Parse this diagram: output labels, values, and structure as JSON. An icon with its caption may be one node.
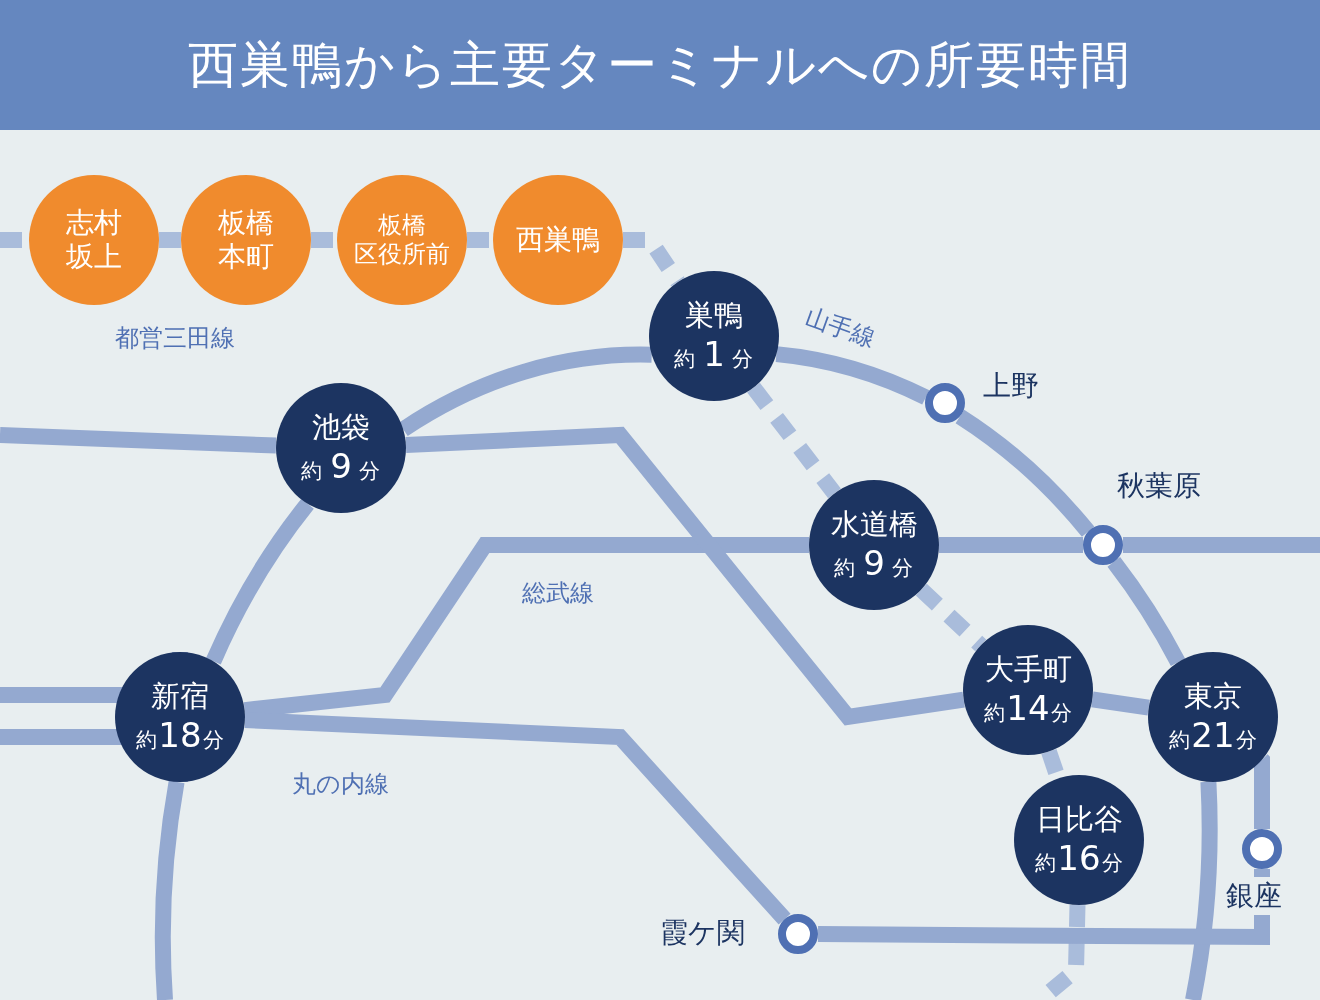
{
  "diagram": {
    "title": "西巣鴨から主要ターミナルへの所要時間",
    "nodes": [
      {
        "text": [
          "志村坂上"
        ]
      },
      {
        "text": [
          "板橋本町"
        ]
      },
      {
        "text": [
          "板橋区役所前"
        ]
      },
      {
        "text": [
          "西巣鴨"
        ]
      },
      {
        "text": [
          "巣鴨",
          "約 1 分"
        ]
      },
      {
        "text": [
          "池袋",
          "約 9 分"
        ]
      },
      {
        "text": [
          "水道橋",
          "約 9 分"
        ]
      },
      {
        "text": [
          "大手町",
          "約14分"
        ]
      },
      {
        "text": [
          "東京",
          "約21分"
        ]
      },
      {
        "text": [
          "新宿",
          "約18分"
        ]
      },
      {
        "text": [
          "日比谷",
          "約16分"
        ]
      },
      {
        "text": [
          "上野"
        ]
      },
      {
        "text": [
          "秋葉原"
        ]
      },
      {
        "text": [
          "銀座"
        ]
      },
      {
        "text": [
          "霞ケ関"
        ]
      }
    ],
    "edges": [
      {
        "from": null,
        "to": 0,
        "arrow": "none",
        "style": "dashed"
      },
      {
        "from": 0,
        "to": 1,
        "arrow": "none",
        "style": "dashed"
      },
      {
        "from": 1,
        "to": 2,
        "arrow": "none",
        "style": "dashed"
      },
      {
        "from": 2,
        "to": 3,
        "arrow": "none",
        "style": "dashed"
      },
      {
        "from": 3,
        "to": 4,
        "arrow": "none",
        "style": "dashed"
      },
      {
        "from": 4,
        "to": 6,
        "arrow": "none",
        "style": "dashed"
      },
      {
        "from": 6,
        "to": 7,
        "arrow": "none",
        "style": "dashed"
      },
      {
        "from": 7,
        "to": 10,
        "arrow": "none",
        "style": "dashed"
      },
      {
        "from": 10,
        "to": null,
        "arrow": "none",
        "style": "dashed"
      },
      {
        "from": 4,
        "to": 11,
        "arrow": "none"
      },
      {
        "from": 11,
        "to": 12,
        "arrow": "none"
      },
      {
        "from": 12,
        "to": 8,
        "arrow": "none"
      },
      {
        "from": 8,
        "to": null,
        "arrow": "none"
      },
      {
        "from": 4,
        "to": 5,
        "arrow": "none"
      },
      {
        "from": 5,
        "to": 9,
        "arrow": "none"
      },
      {
        "from": 9,
        "to": null,
        "arrow": "none"
      },
      {
        "from": null,
        "to": 9,
        "arrow": "none"
      },
      {
        "from": 9,
        "to": 6,
        "arrow": "none"
      },
      {
        "from": 6,
        "to": 12,
        "arrow": "none"
      },
      {
        "from": 12,
        "to": null,
        "arrow": "none"
      },
      {
        "from": null,
        "to": 5,
        "arrow": "none"
      },
      {
        "from": 5,
        "to": 7,
        "arrow": "none"
      },
      {
        "from": 7,
        "to": 8,
        "arrow": "none"
      },
      {
        "from": null,
        "to": 9,
        "arrow": "none"
      },
      {
        "from": 9,
        "to": 14,
        "arrow": "none"
      },
      {
        "from": 14,
        "to": 13,
        "arrow": "none"
      },
      {
        "from": 13,
        "to": 8,
        "arrow": "none"
      }
    ],
    "labels": [
      "都営三田線",
      "山手線",
      "総武線",
      "丸の内線"
    ]
  }
}
